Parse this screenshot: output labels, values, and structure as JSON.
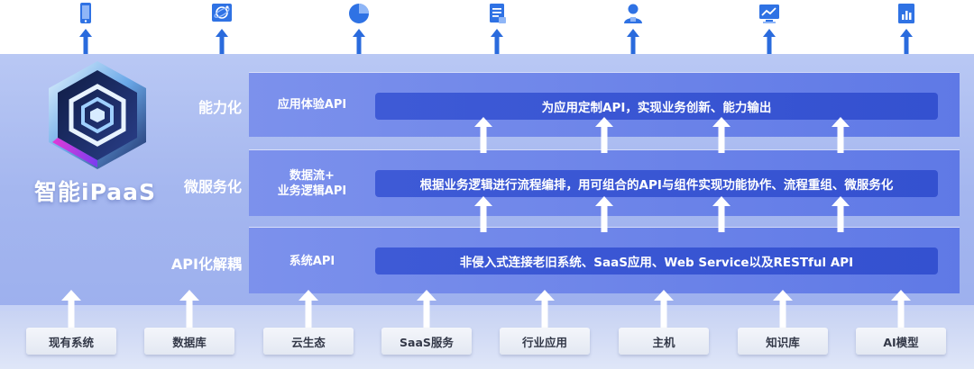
{
  "logo": {
    "text": "智能iPaaS",
    "icon": "ipaas-hexagon-logo"
  },
  "top_icons": [
    {
      "icon": "phone-icon"
    },
    {
      "icon": "network-globe-icon"
    },
    {
      "icon": "pie-chart-icon"
    },
    {
      "icon": "document-icon"
    },
    {
      "icon": "user-icon"
    },
    {
      "icon": "monitor-chart-icon"
    },
    {
      "icon": "bar-chart-icon"
    }
  ],
  "layers": [
    {
      "label": "能力化",
      "name": "应用体验API",
      "description": "为应用定制API，实现业务创新、能力输出"
    },
    {
      "label": "微服务化",
      "name_line1": "数据流+",
      "name_line2": "业务逻辑API",
      "description": "根据业务逻辑进行流程编排，用可组合的API与组件实现功能协作、流程重组、微服务化"
    },
    {
      "label": "API化解耦",
      "name": "系统API",
      "description": "非侵入式连接老旧系统、SaaS应用、Web Service以及RESTful API"
    }
  ],
  "sources": [
    "现有系统",
    "数据库",
    "云生态",
    "SaaS服务",
    "行业应用",
    "主机",
    "知识库",
    "AI模型"
  ],
  "colors": {
    "panel": "#a4b6ef",
    "layer": "#5f79e6",
    "bar": "#3a55d2",
    "icon": "#2e6fe0"
  }
}
